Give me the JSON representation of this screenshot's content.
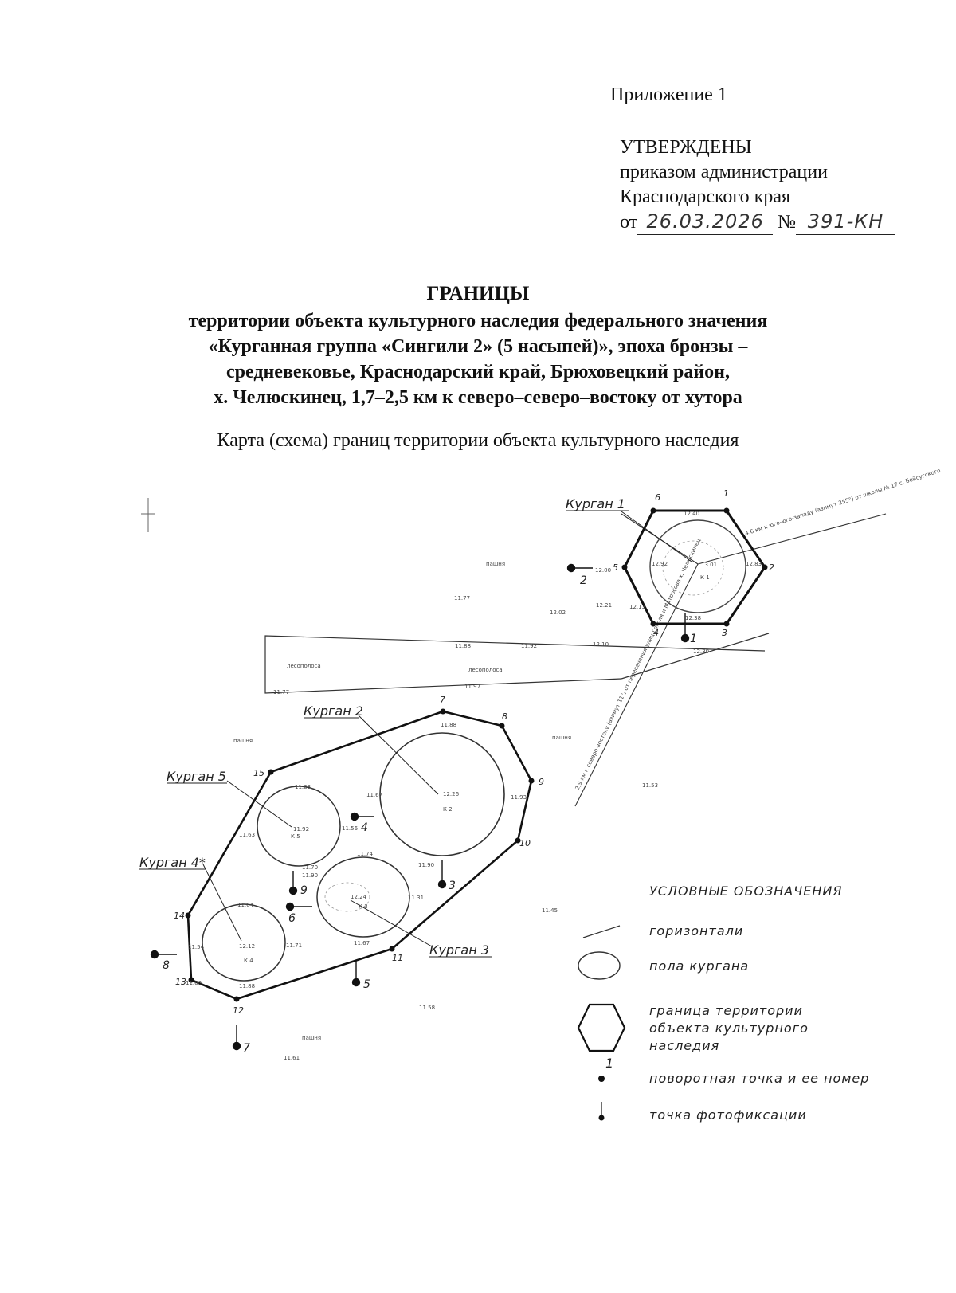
{
  "header": {
    "appendix": "Приложение 1",
    "approved": "УТВЕРЖДЕНЫ",
    "order_line1": "приказом администрации",
    "order_line2": "Краснодарского края",
    "date_prefix": "от",
    "date": "26.03.2026",
    "number_prefix": "№",
    "number": "391-КН"
  },
  "title": {
    "main": "ГРАНИЦЫ",
    "line1": "территории объекта культурного наследия федерального значения",
    "line2": "«Курганная группа «Сингили 2» (5 насыпей)», эпоха бронзы –",
    "line3": "средневековье, Краснодарский край, Брюховецкий район,",
    "line4": "х. Челюскинец, 1,7–2,5 км к северо–северо–востоку от хутора"
  },
  "caption": "Карта (схема) границ территории объекта культурного наследия",
  "map": {
    "kurgans": [
      "Курган 1",
      "Курган 2",
      "Курган 3",
      "Курган 4*",
      "Курган 5"
    ],
    "mound_codes": [
      "К 1",
      "К 2",
      "К 3",
      "К 4",
      "К 5"
    ],
    "land_labels": [
      "пашня",
      "пашня",
      "пашня",
      "пашня",
      "лесополоса",
      "лесополоса"
    ],
    "ref_note1": "4,6 км к юго-юго-западу (азимут 255°) от школы № 17 с. Бейсугского",
    "ref_note2": "2,9 км к северо-востоку (азимут 11°) от пересечения улиц Гоголя и Матросова х. Челюскинец",
    "hex_points": [
      "1",
      "2",
      "3",
      "4",
      "5",
      "6"
    ],
    "boundary_points": [
      "1",
      "2",
      "3",
      "4",
      "5",
      "6",
      "7",
      "8",
      "9",
      "10",
      "11",
      "12",
      "13",
      "14",
      "15"
    ],
    "photo_points": [
      "1",
      "2",
      "3",
      "4",
      "5",
      "6",
      "7",
      "8",
      "9"
    ],
    "elevations": [
      "12.40",
      "12.83",
      "12.38",
      "12.92",
      "13.01",
      "12.30",
      "12.00",
      "11.77",
      "12.02",
      "12.21",
      "12.13",
      "11.88",
      "11.92",
      "12.10",
      "11.97",
      "11.77",
      "11.67",
      "11.88",
      "11.93",
      "12.26",
      "11.90",
      "11.90",
      "11.53",
      "11.63",
      "11.92",
      "11.63",
      "11.56",
      "11.74",
      "11.70",
      "12.24",
      "11.31",
      "11.45",
      "11.64",
      "11.54",
      "12.12",
      "11.71",
      "11.67",
      "11.60",
      "11.88",
      "11.58",
      "11.61"
    ]
  },
  "legend": {
    "title": "УСЛОВНЫЕ ОБОЗНАЧЕНИЯ",
    "items": [
      {
        "icon": "contour-line-icon",
        "label": "горизонтали"
      },
      {
        "icon": "mound-ellipse-icon",
        "label": "пола кургана"
      },
      {
        "icon": "hexagon-boundary-icon",
        "label": "граница территории объекта культурного наследия"
      },
      {
        "icon": "turning-point-icon",
        "label": "поворотная точка и ее номер",
        "sample_number": "1"
      },
      {
        "icon": "photo-point-icon",
        "label": "точка фотофиксации"
      }
    ],
    "boundary_line1": "граница территории",
    "boundary_line2": "объекта культурного",
    "boundary_line3": "наследия"
  }
}
